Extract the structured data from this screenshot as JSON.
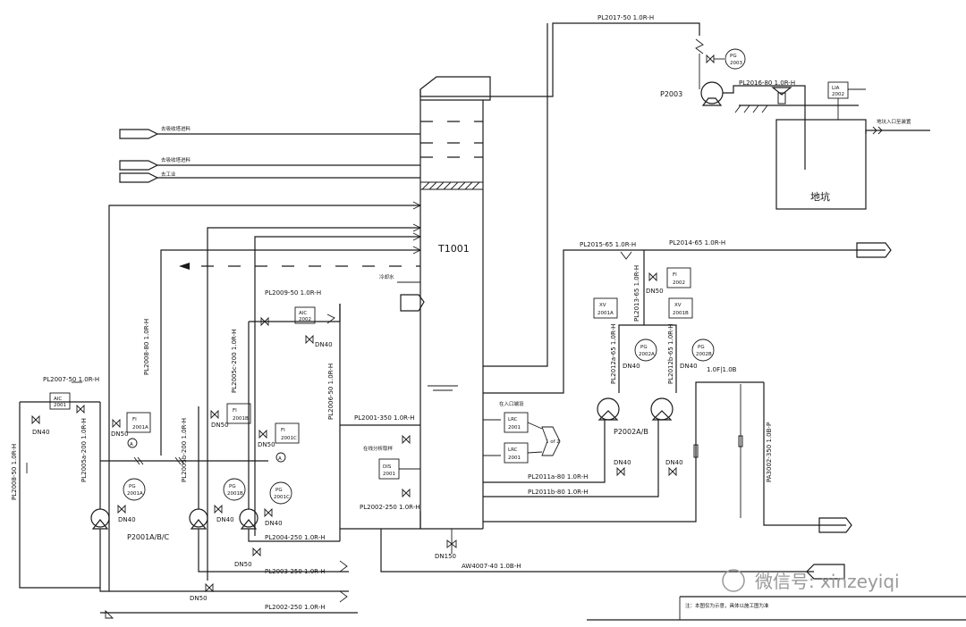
{
  "equipment": {
    "tower": "T1001",
    "pumps_left": "P2001A/B/C",
    "pumps_right": "P2002A/B",
    "pump_top": "P2003",
    "pit": "地坑"
  },
  "lines": {
    "pl2017": "PL2017-50 1.0R-H",
    "pl2016": "PL2016-80 1.0R-H",
    "pl2015": "PL2015-65 1.0R-H",
    "pl2014": "PL2014-65 1.0R-H",
    "pl2013": "PL2013-65 1.0R-H",
    "pl2012a": "PL2012a-65 1.0R-H",
    "pl2012b": "PL2012b-65 1.0R-H",
    "pl2011a": "PL2011a-80 1.0R-H",
    "pl2011b": "PL2011b-80 1.0R-H",
    "pl2009": "PL2009-50 1.0R-H",
    "pl2008": "PL2008-80 1.0R-H",
    "pl2007": "PL2007-50 1.0R-H",
    "pl2006": "PL2006-50 1.0R-H",
    "pl2005a": "PL2005a-200 1.0R-H",
    "pl2005b": "PL2005b-200 1.0R-H",
    "pl2005c": "PL2005c-200 1.0R-H",
    "pl2004": "PL2004-250 1.0R-H",
    "pl2003": "PL2003-250 1.0R-H",
    "pl2002": "PL2002-250 1.0R-H",
    "pl2002b": "PL2002-250 1.0R-H",
    "pl2001": "PL2001-350 1.0R-H",
    "pl2008l": "PL2008-50 1.0R-H",
    "pa3002": "PA3002-350 1.0B-P",
    "aw4007": "AW4007-40 1.0B-H",
    "lof": "1.0F|1.0B"
  },
  "instruments": {
    "pg2003": [
      "PG",
      "2003"
    ],
    "la2002": [
      "LIA",
      "2002"
    ],
    "fi2002": [
      "FI",
      "2002"
    ],
    "xv2001a": [
      "XV",
      "2001A"
    ],
    "xv2001b": [
      "XV",
      "2001B"
    ],
    "pg2002a": [
      "PG",
      "2002A"
    ],
    "pg2002b": [
      "PG",
      "2002B"
    ],
    "aic2002": [
      "AIC",
      "2002"
    ],
    "aic2001": [
      "AIC",
      "2001"
    ],
    "fi2001a": [
      "FI",
      "2001A"
    ],
    "fi2001b": [
      "FI",
      "2001B"
    ],
    "fi2001c": [
      "FI",
      "2001C"
    ],
    "pg2001a": [
      "PG",
      "2001A"
    ],
    "pg2001b": [
      "PG",
      "2001B"
    ],
    "pg2001c": [
      "PG",
      "2001C"
    ],
    "lrc2001": [
      "LRC",
      "2001"
    ],
    "lrc2001b": [
      "LRC",
      "2001"
    ],
    "dis2001": [
      "DIS",
      "2001"
    ],
    "oneof2": "1 of 2"
  },
  "sizes": {
    "dn40": "DN40",
    "dn50": "DN50",
    "dn150": "DN150",
    "a": "A"
  },
  "watermark": "微信号: xinzeyiqi"
}
